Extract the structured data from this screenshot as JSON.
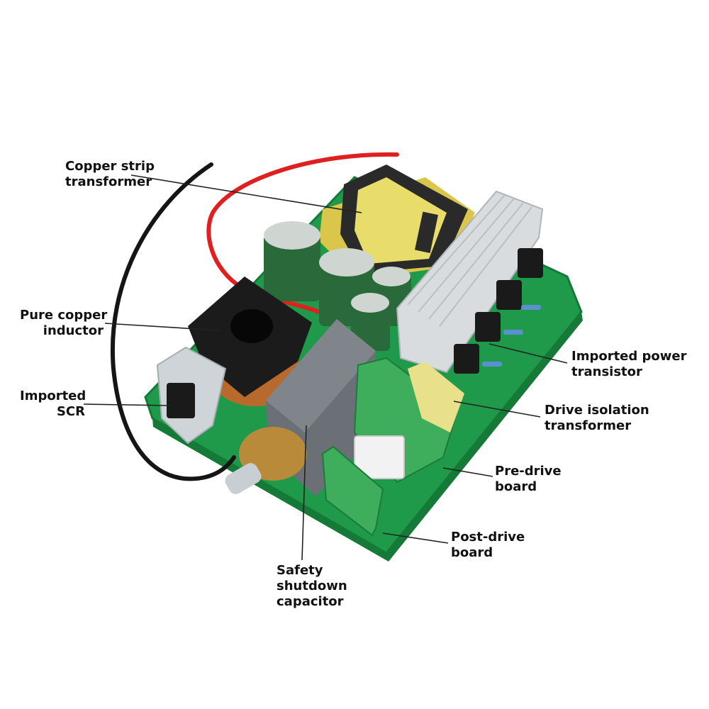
{
  "colors": {
    "pcb": "#1f9a4a",
    "pcb_dark": "#157a37",
    "wire_red": "#e02020",
    "wire_black": "#151515",
    "transformer_core": "#2a2a2a",
    "transformer_coil": "#e8dc6a",
    "capacitor": "#2a6a3a",
    "heatsink": "#d8dcdf",
    "housing_gray": "#6b7077",
    "copper": "#b86a2c",
    "leader_line": "#222222",
    "text": "#111111"
  },
  "callouts": {
    "copper_strip_transformer": {
      "line1": "Copper strip",
      "line2": "transformer"
    },
    "pure_copper_inductor": {
      "line1": "Pure copper",
      "line2": "inductor"
    },
    "imported_scr": {
      "line1": "Imported",
      "line2": "SCR"
    },
    "imported_power_transistor": {
      "line1": "Imported power",
      "line2": "transistor"
    },
    "drive_isolation_transformer": {
      "line1": "Drive isolation",
      "line2": "transformer"
    },
    "pre_drive_board": {
      "line1": "Pre-drive",
      "line2": "board"
    },
    "post_drive_board": {
      "line1": "Post-drive",
      "line2": "board"
    },
    "safety_shutdown_capacitor": {
      "line1": "Safety",
      "line2": "shutdown",
      "line3": "capacitor"
    }
  }
}
